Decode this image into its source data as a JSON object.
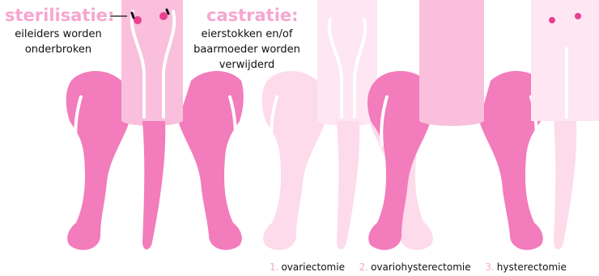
{
  "colors": {
    "organ_dark": "#f27cbc",
    "organ_mid": "#f9bfdc",
    "organ_light": "#fddbea",
    "organ_faint": "#fee7f2",
    "accent_text": "#f7a6cf",
    "dot": "#e8418f"
  },
  "sterilisation": {
    "title": "sterilisatie:",
    "line1": "eileiders worden",
    "line2": "onderbroken"
  },
  "castration": {
    "title": "castratie:",
    "line1": "eierstokken en/of",
    "line2": "baarmoeder worden",
    "line3": "verwijderd"
  },
  "legend": [
    {
      "num": "1.",
      "label": "ovariectomie"
    },
    {
      "num": "2.",
      "label": "ovariohysterectomie"
    },
    {
      "num": "3.",
      "label": "hysterectomie"
    }
  ]
}
